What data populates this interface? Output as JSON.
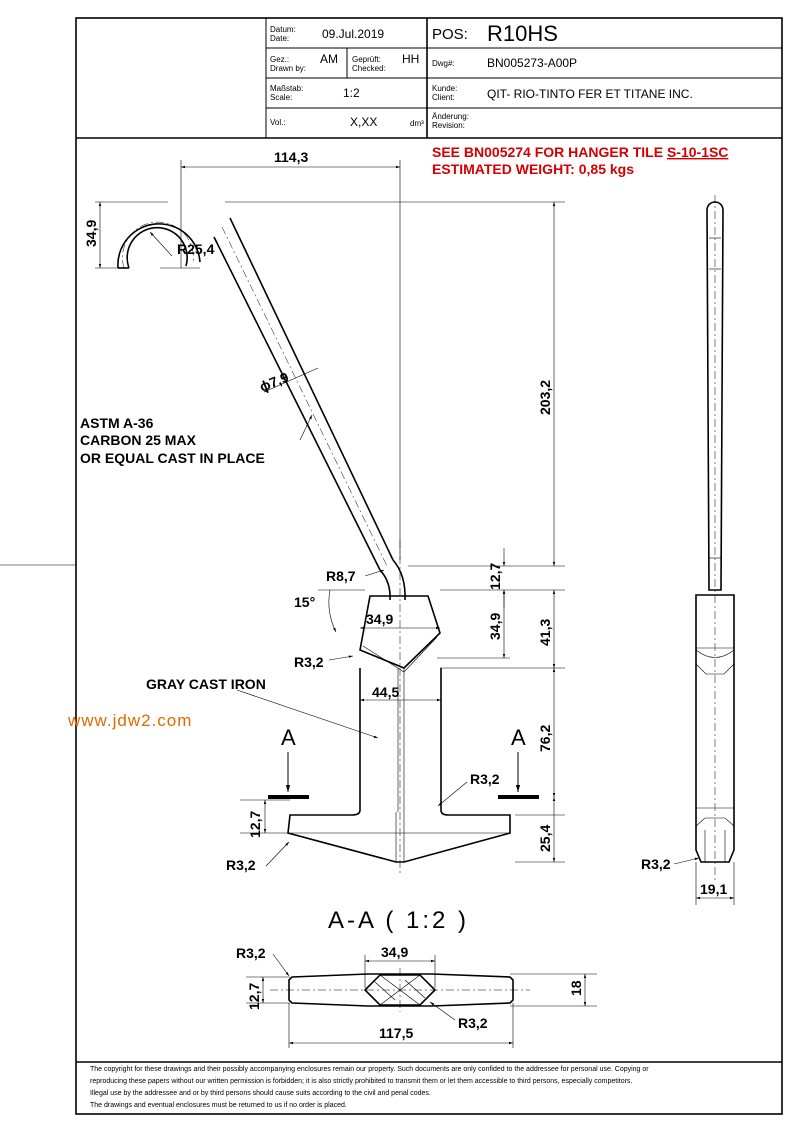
{
  "title_block": {
    "date_label": "Datum:\nDate:",
    "date_label_1": "Datum:",
    "date_label_2": "Date:",
    "date": "09.Jul.2019",
    "drawn_label_1": "Gez.:",
    "drawn_label_2": "Drawn by:",
    "drawn_by": "AM",
    "checked_label_1": "Geprüft:",
    "checked_label_2": "Checked:",
    "checked_by": "HH",
    "scale_label_1": "Maßstab:",
    "scale_label_2": "Scale:",
    "scale": "1:2",
    "vol_label": "Vol.:",
    "volume": "X,XX",
    "vol_unit": "dm³",
    "pos_label": "POS:",
    "pos": "R10HS",
    "dwg_label": "Dwg#:",
    "dwg": "BN005273-A00P",
    "client_label_1": "Kunde:",
    "client_label_2": "Client:",
    "client": "QIT- RIO-TINTO FER ET TITANE INC.",
    "rev_label_1": "Änderung:",
    "rev_label_2": "Revision:"
  },
  "notes": {
    "see_prefix": "SEE BN005274 FOR HANGER TILE ",
    "see_ref": "S-10-1SC",
    "weight": "ESTIMATED WEIGHT: 0,85 kgs",
    "material_1": "ASTM A-36",
    "material_2": "CARBON 25 MAX",
    "material_3": "OR EQUAL CAST IN PLACE",
    "cast": "GRAY CAST IRON",
    "section_title": "A-A ( 1:2 )",
    "section_mark": "A"
  },
  "dimensions": {
    "d_114_3": "114,3",
    "d_34_9_top": "34,9",
    "r_25_4": "R25,4",
    "d_7_9": "ϕ7,9",
    "d_203_2": "203,2",
    "r_8_7": "R8,7",
    "d_12_7_a": "12,7",
    "angle_15": "15°",
    "d_34_9_w": "34,9",
    "d_34_9_h": "34,9",
    "d_41_3": "41,3",
    "r_3_2_a": "R3,2",
    "d_44_5": "44,5",
    "d_76_2": "76,2",
    "r_3_2_b": "R3,2",
    "d_12_7_b": "12,7",
    "d_25_4": "25,4",
    "r_3_2_c": "R3,2",
    "r_3_2_d": "R3,2",
    "d_19_1": "19,1",
    "r_3_2_e": "R3,2",
    "d_34_9_sec": "34,9",
    "d_12_7_sec": "12,7",
    "d_18": "18",
    "r_3_2_f": "R3,2",
    "d_117_5": "117,5"
  },
  "watermark": "www.jdw2.com",
  "footer": {
    "line1": "The copyright for these drawings and their possibly accompanying enclosures remain our property. Such documents are only confided to the addressee for personal use. Copying or",
    "line2": "reproducing these papers without our written permission is forbidden; it is also strictly prohibited to transmit them or let them accessible to third persons, especially competitors.",
    "line3": "Illegal use by the addressee and or by third persons should cause suits according to the civil and penal codes.",
    "line4": "The drawings and eventual enclosures must be returned to us if no order is placed."
  },
  "colors": {
    "note_red": "#d40000",
    "watermark": "#e06a00"
  }
}
